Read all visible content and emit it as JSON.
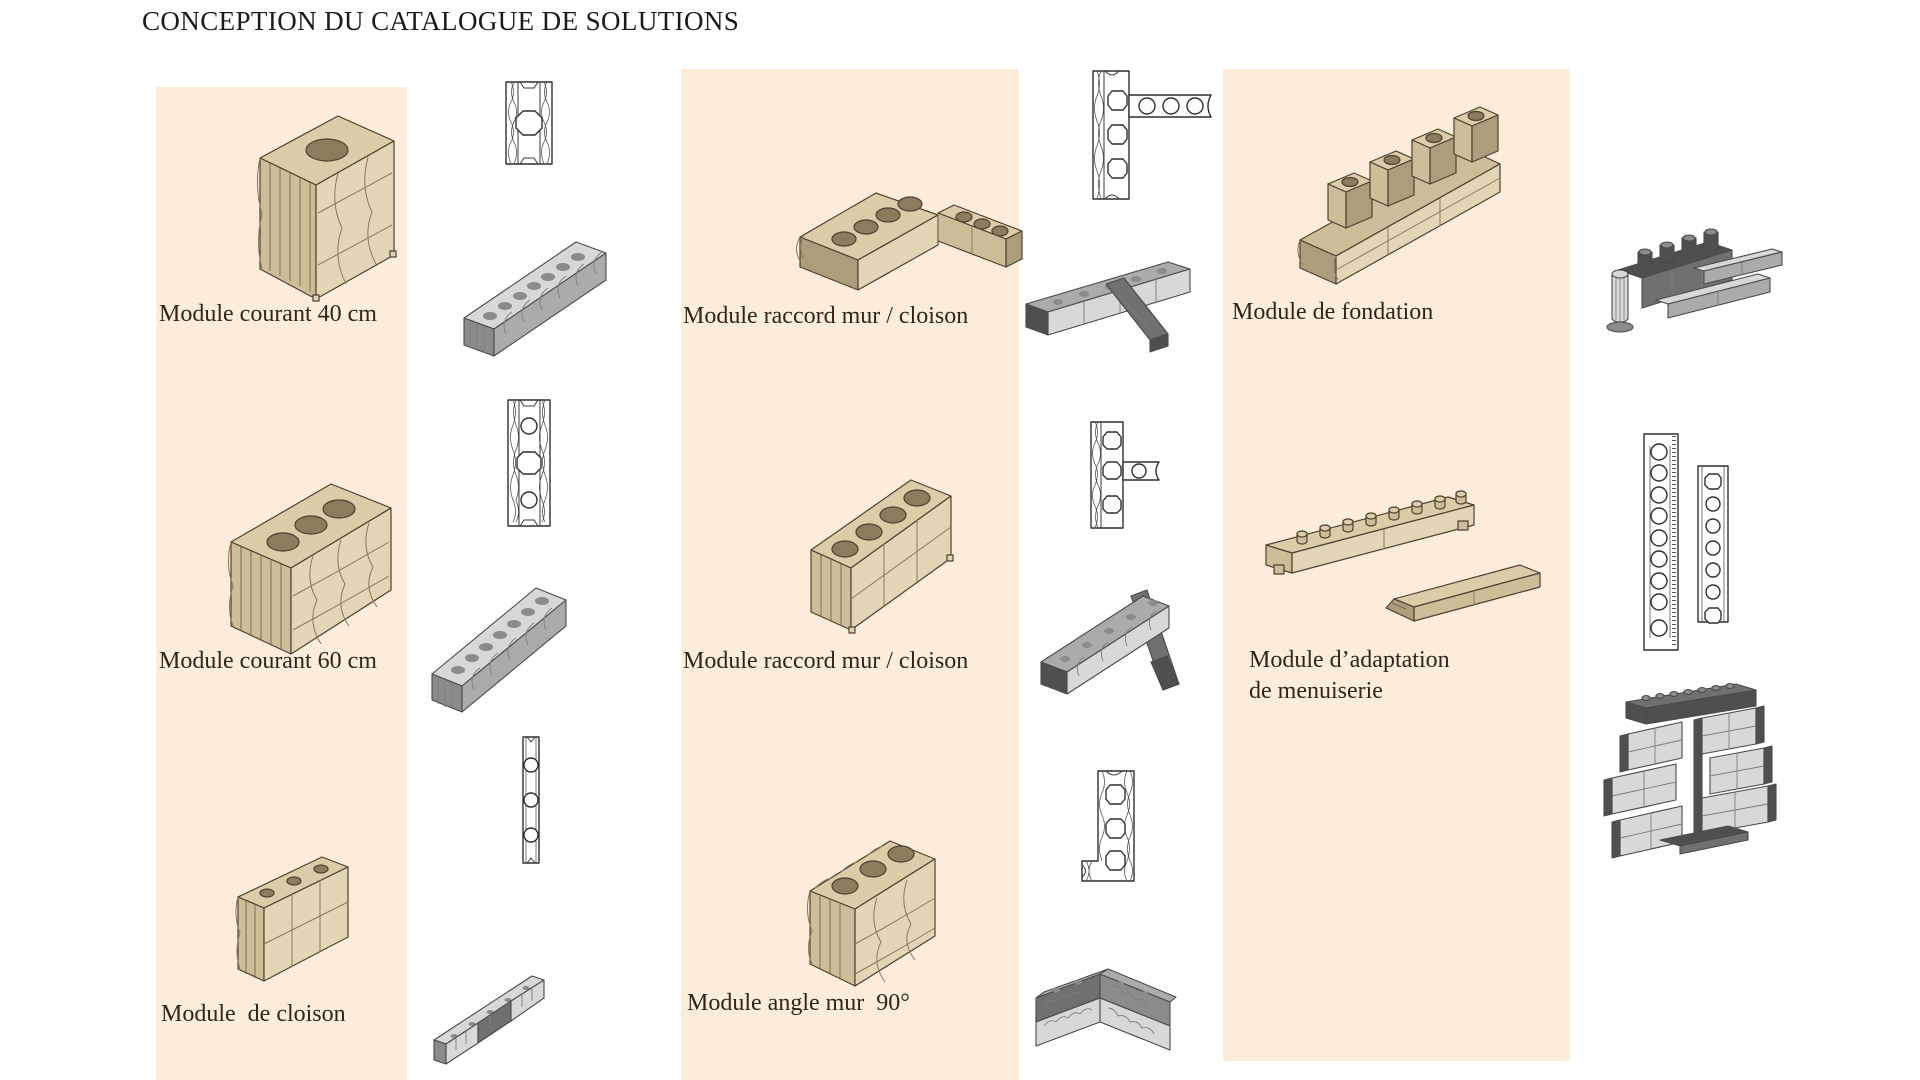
{
  "page": {
    "title": "CONCEPTION DU CATALOGUE DE SOLUTIONS"
  },
  "colors": {
    "background": "#ffffff",
    "panel": "#fcedda",
    "title_text": "#1d1915",
    "label_text": "#2e261c",
    "beige_render": "#dccda9",
    "grey_render": "#ababab",
    "line_work": "#2f2f2f"
  },
  "columns": [
    {
      "modules": [
        {
          "label": "Module courant 40 cm",
          "figures": [
            "beige-render",
            "plan-view",
            "grey-wall-render"
          ]
        },
        {
          "label": "Module courant 60 cm",
          "figures": [
            "beige-render",
            "plan-view",
            "grey-wall-render"
          ]
        },
        {
          "label": "Module  de cloison",
          "figures": [
            "beige-render",
            "plan-view",
            "grey-wall-render"
          ]
        }
      ]
    },
    {
      "modules": [
        {
          "label": "Module raccord mur / cloison",
          "figures": [
            "beige-render",
            "tee-plan-view",
            "grey-tee-render"
          ]
        },
        {
          "label": "Module raccord mur / cloison",
          "figures": [
            "beige-render",
            "tee-plan-view",
            "grey-cross-render"
          ]
        },
        {
          "label": "Module angle mur  90°",
          "figures": [
            "beige-render",
            "corner-plan-view",
            "grey-corner-render"
          ]
        }
      ]
    },
    {
      "modules": [
        {
          "label": "Module de fondation",
          "figures": [
            "beige-render",
            "grey-foundation-render"
          ]
        },
        {
          "label": "Module d’adaptation\nde menuiserie",
          "figures": [
            "beige-render",
            "strip-plan-views",
            "grey-window-wall-render"
          ]
        }
      ]
    }
  ]
}
